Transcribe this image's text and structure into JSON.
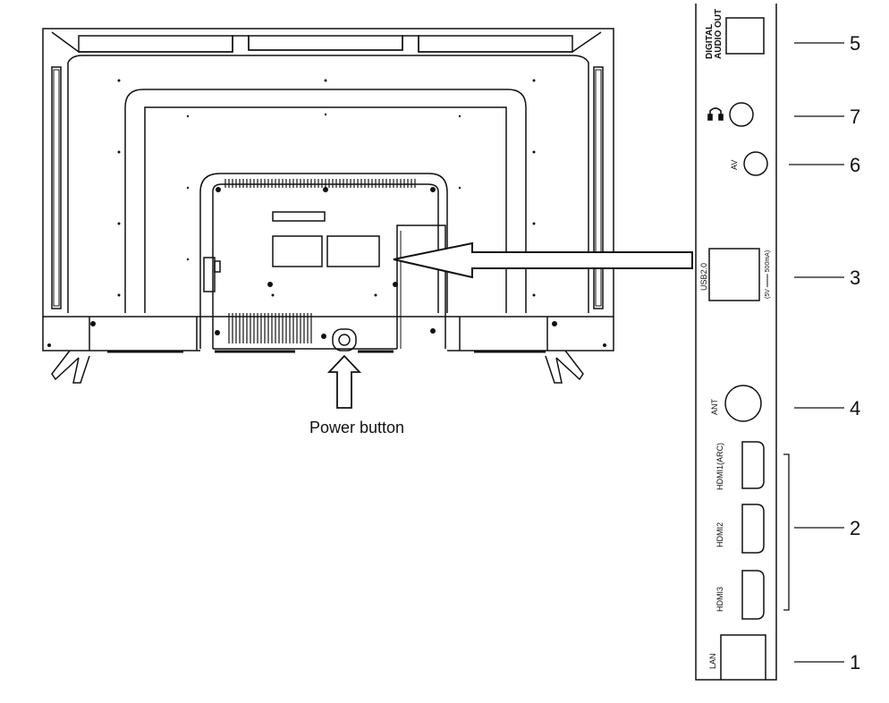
{
  "caption": "Power button",
  "ports": {
    "digital_audio_line1": "DIGITAL",
    "digital_audio_line2": "AUDIO OUT",
    "av": "AV",
    "usb": "USB2.0",
    "usb_rating": "(5V ═══ 500mA)",
    "ant": "ANT",
    "hdmi1": "HDMI1(ARC)",
    "hdmi2": "HDMI2",
    "hdmi3": "HDMI3",
    "lan": "LAN"
  },
  "callouts": {
    "n5": "5",
    "n7": "7",
    "n6": "6",
    "n3": "3",
    "n4": "4",
    "n2": "2",
    "n1": "1"
  },
  "icons": [
    "headphone-icon"
  ]
}
